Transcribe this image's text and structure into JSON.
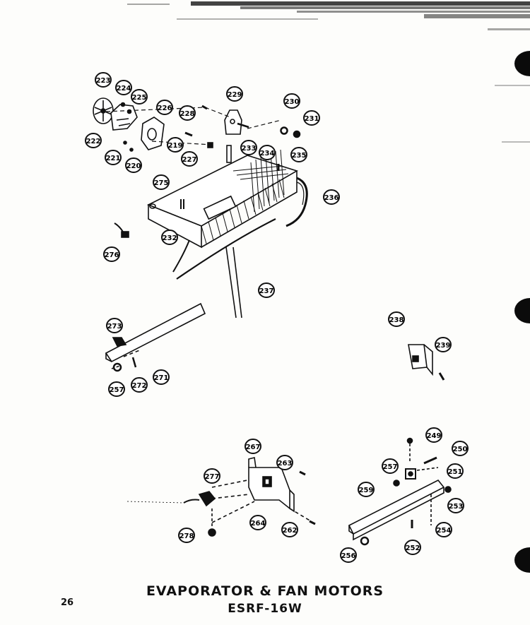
{
  "page": {
    "title": "EVAPORATOR & FAN MOTORS",
    "model": "ESRF-16W",
    "page_number": "26"
  },
  "callouts": [
    {
      "id": "c223",
      "label": "223"
    },
    {
      "id": "c224",
      "label": "224"
    },
    {
      "id": "c225",
      "label": "225"
    },
    {
      "id": "c226",
      "label": "226"
    },
    {
      "id": "c222",
      "label": "222"
    },
    {
      "id": "c221",
      "label": "221"
    },
    {
      "id": "c220",
      "label": "220"
    },
    {
      "id": "c219",
      "label": "219"
    },
    {
      "id": "c227",
      "label": "227"
    },
    {
      "id": "c228",
      "label": "228"
    },
    {
      "id": "c229",
      "label": "229"
    },
    {
      "id": "c230",
      "label": "230"
    },
    {
      "id": "c231",
      "label": "231"
    },
    {
      "id": "c233",
      "label": "233"
    },
    {
      "id": "c234",
      "label": "234"
    },
    {
      "id": "c235",
      "label": "235"
    },
    {
      "id": "c236",
      "label": "236"
    },
    {
      "id": "c275",
      "label": "275"
    },
    {
      "id": "c232",
      "label": "232"
    },
    {
      "id": "c276",
      "label": "276"
    },
    {
      "id": "c237",
      "label": "237"
    },
    {
      "id": "c273",
      "label": "273"
    },
    {
      "id": "c271",
      "label": "271"
    },
    {
      "id": "c272",
      "label": "272"
    },
    {
      "id": "c257a",
      "label": "257"
    },
    {
      "id": "c238",
      "label": "238"
    },
    {
      "id": "c239",
      "label": "239"
    },
    {
      "id": "c267",
      "label": "267"
    },
    {
      "id": "c263",
      "label": "263"
    },
    {
      "id": "c277",
      "label": "277"
    },
    {
      "id": "c264",
      "label": "264"
    },
    {
      "id": "c262",
      "label": "262"
    },
    {
      "id": "c278",
      "label": "278"
    },
    {
      "id": "c249",
      "label": "249"
    },
    {
      "id": "c250",
      "label": "250"
    },
    {
      "id": "c257b",
      "label": "257"
    },
    {
      "id": "c251",
      "label": "251"
    },
    {
      "id": "c259",
      "label": "259"
    },
    {
      "id": "c253",
      "label": "253"
    },
    {
      "id": "c254",
      "label": "254"
    },
    {
      "id": "c252",
      "label": "252"
    },
    {
      "id": "c256",
      "label": "256"
    }
  ]
}
